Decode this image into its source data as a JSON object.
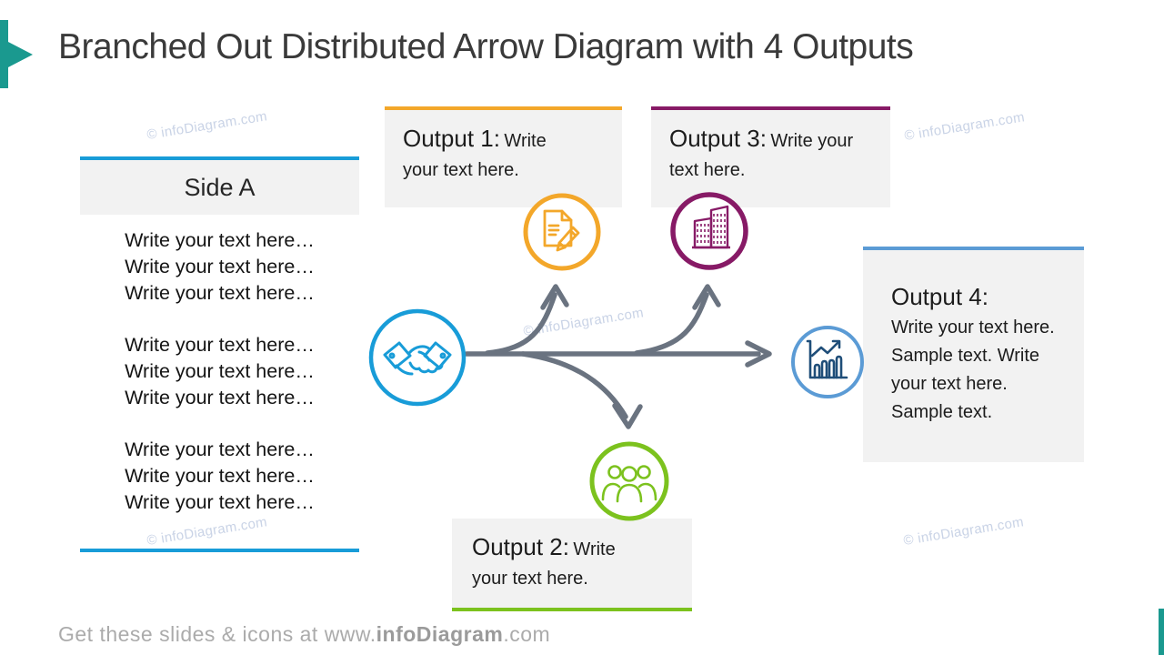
{
  "slide": {
    "title": "Branched Out Distributed Arrow Diagram with 4 Outputs",
    "watermark": "© infoDiagram.com",
    "footer": {
      "prefix": "Get these slides & icons at www.",
      "brand": "infoDiagram",
      "suffix": ".com"
    }
  },
  "side_a": {
    "header": "Side A",
    "lines": [
      "Write your text here…",
      "Write your text here…",
      "Write your text here…",
      "Write your text here…",
      "Write your text here…",
      "Write your text here…",
      "Write your text here…",
      "Write your text here…",
      "Write your text here…"
    ]
  },
  "outputs": [
    {
      "name": "Output 1:",
      "text": "Write your text here.",
      "accent": "#F3A72A",
      "icon": "document-pencil-icon"
    },
    {
      "name": "Output 2:",
      "text": "Write your text here.",
      "accent": "#7CC21E",
      "icon": "people-icon"
    },
    {
      "name": "Output 3:",
      "text": "Write your text here.",
      "accent": "#871A66",
      "icon": "building-icon"
    },
    {
      "name": "Output 4:",
      "text": "Write your text here. Sample text. Write your text here. Sample text.",
      "accent": "#5B9BD5",
      "icon": "chart-growth-icon"
    }
  ],
  "center": {
    "icon": "handshake-icon",
    "accent": "#189CD8"
  },
  "colors": {
    "teal_accent": "#1A998F",
    "arrow": "#6A7380",
    "box_bg": "#F2F2F2",
    "side_a_accent": "#189CD8",
    "chart_icon_ink": "#1F4E79",
    "watermark": "#C9D3E6",
    "title_text": "#3A3A3A",
    "footer_text": "#ABABAB"
  }
}
